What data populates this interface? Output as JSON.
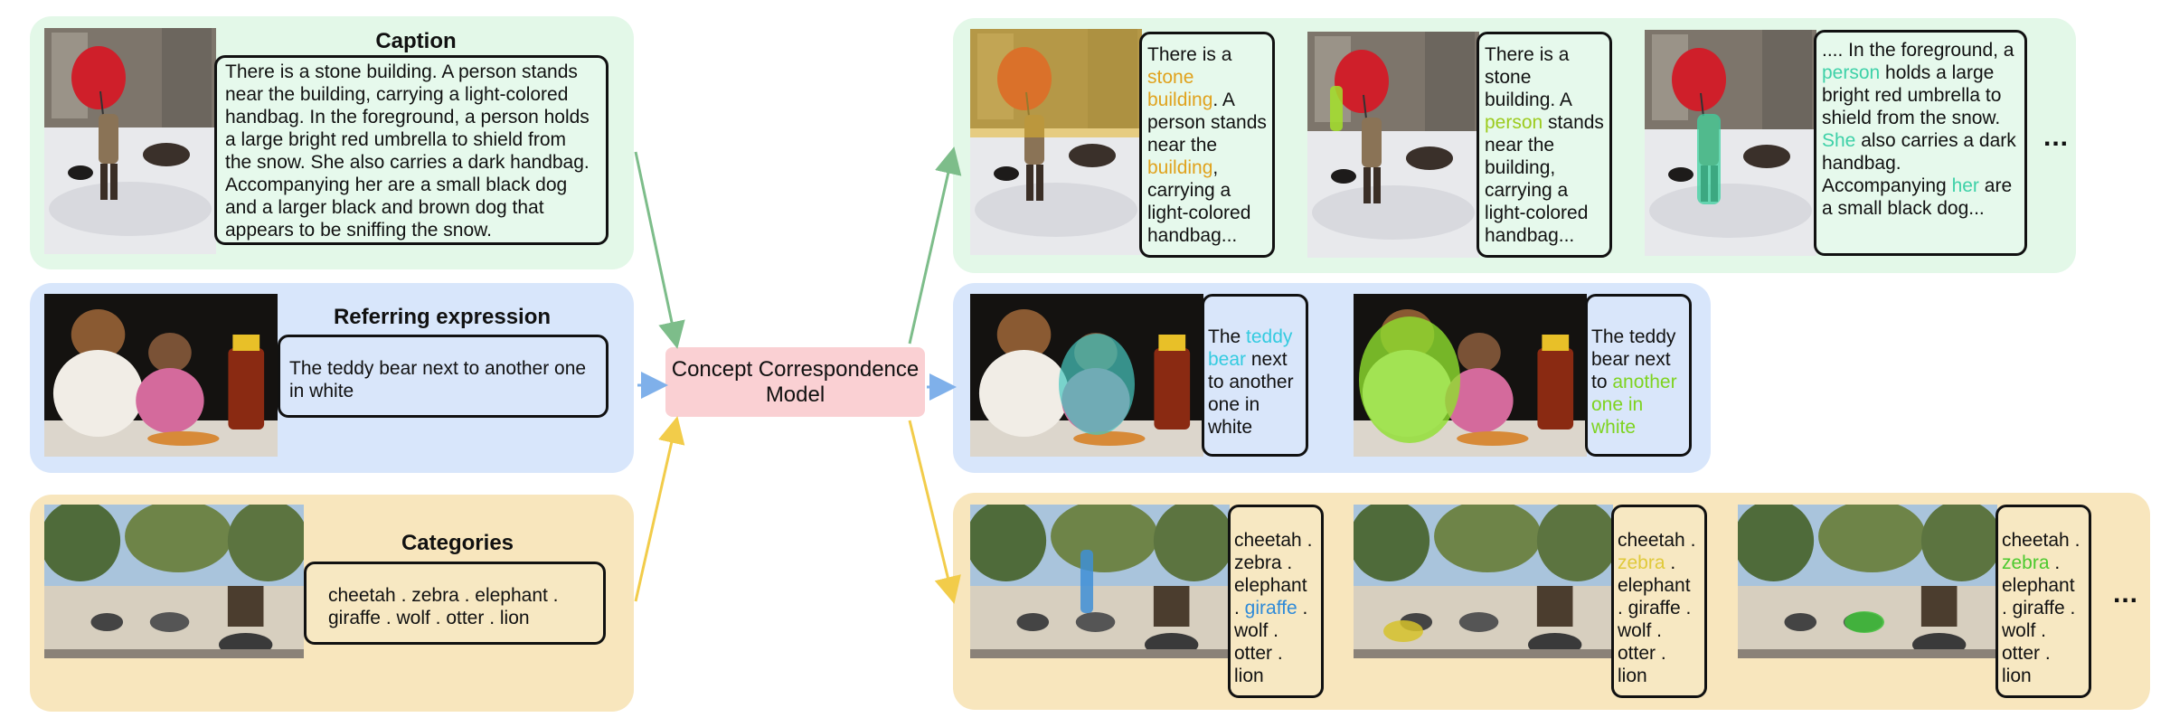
{
  "colors": {
    "caption_panel": "#e3f8e8",
    "referring_panel": "#d8e6fb",
    "categories_panel": "#f8e6bd",
    "model_box": "#fad0d3",
    "arrow_green": "#7dbd8a",
    "arrow_blue": "#7fb0ea",
    "arrow_yellow": "#f2cc4a"
  },
  "inputs": {
    "caption": {
      "heading": "Caption",
      "text": "There is a stone building. A person stands near the building, carrying a light-colored handbag. In the foreground, a person holds a large bright red umbrella to shield from the snow. She also carries a dark handbag. Accompanying her are a small black dog and a larger black and brown dog that appears to be sniffing the snow."
    },
    "referring": {
      "heading": "Referring expression",
      "text": "The teddy bear next to another one in white"
    },
    "categories": {
      "heading": "Categories",
      "text": "cheetah . zebra . elephant . giraffe . wolf . otter . lion"
    }
  },
  "model": {
    "label": "Concept Correspondence Model"
  },
  "outputs": {
    "caption": [
      {
        "segments": [
          {
            "text": "There is a ",
            "hl": ""
          },
          {
            "text": "stone building",
            "hl": "orange"
          },
          {
            "text": ". A person stands near the ",
            "hl": ""
          },
          {
            "text": "building",
            "hl": "orange"
          },
          {
            "text": ", carrying a light-colored handbag...",
            "hl": ""
          }
        ]
      },
      {
        "segments": [
          {
            "text": "There is a stone building. A ",
            "hl": ""
          },
          {
            "text": "person",
            "hl": "lime"
          },
          {
            "text": " stands near the building, carrying a light-colored handbag...",
            "hl": ""
          }
        ]
      },
      {
        "segments": [
          {
            "text": ".... In the foreground, a ",
            "hl": ""
          },
          {
            "text": "person",
            "hl": "teal"
          },
          {
            "text": " holds a large bright red umbrella to shield from the snow. ",
            "hl": ""
          },
          {
            "text": "She",
            "hl": "teal"
          },
          {
            "text": " also carries a dark handbag. Accompanying ",
            "hl": ""
          },
          {
            "text": "her",
            "hl": "teal"
          },
          {
            "text": " are a small black dog...",
            "hl": ""
          }
        ]
      }
    ],
    "caption_more": "...",
    "referring": [
      {
        "segments": [
          {
            "text": "The ",
            "hl": ""
          },
          {
            "text": "teddy bear",
            "hl": "cyan"
          },
          {
            "text": " next to another one in white",
            "hl": ""
          }
        ]
      },
      {
        "segments": [
          {
            "text": "The teddy bear next to ",
            "hl": ""
          },
          {
            "text": "another one in white",
            "hl": "green"
          }
        ]
      }
    ],
    "categories": [
      {
        "segments": [
          {
            "text": "cheetah . zebra . elephant . ",
            "hl": ""
          },
          {
            "text": "giraffe",
            "hl": "blue"
          },
          {
            "text": " . wolf . otter . lion",
            "hl": ""
          }
        ]
      },
      {
        "segments": [
          {
            "text": "cheetah . ",
            "hl": ""
          },
          {
            "text": "zebra",
            "hl": "yellow"
          },
          {
            "text": " . elephant . giraffe . wolf . otter . lion",
            "hl": ""
          }
        ]
      },
      {
        "segments": [
          {
            "text": "cheetah . ",
            "hl": ""
          },
          {
            "text": "zebra",
            "hl": "zgreen"
          },
          {
            "text": " . elephant . giraffe . wolf . otter . lion",
            "hl": ""
          }
        ]
      }
    ],
    "categories_more": "..."
  }
}
